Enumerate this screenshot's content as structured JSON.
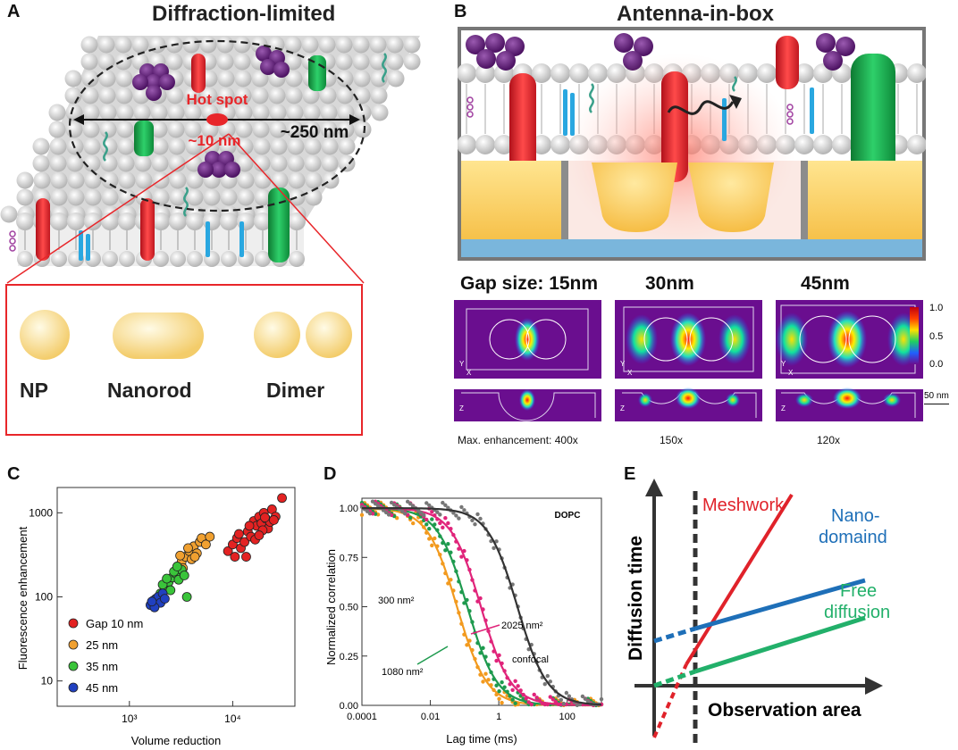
{
  "colors": {
    "red": "#e8262a",
    "green": "#1fa04a",
    "purple": "#5a1e6e",
    "blue": "#1e6fb8",
    "gold": "#f6c54a",
    "heat_bg": "#6a0e8f"
  },
  "panel_a": {
    "label": "A",
    "title": "Diffraction-limited",
    "hotspot_label": "Hot spot",
    "small_size": "~10 nm",
    "large_size": "~250 nm",
    "shapes": [
      "NP",
      "Nanorod",
      "Dimer"
    ]
  },
  "panel_b": {
    "label": "B",
    "title": "Antenna-in-box",
    "gap_labels": [
      "Gap size: 15nm",
      "30nm",
      "45nm"
    ],
    "enhancements": [
      "Max. enhancement: 400x",
      "150x",
      "120x"
    ],
    "colorbar_ticks": [
      "1.0",
      "0.5",
      "0.0"
    ],
    "scalebar": "50 nm",
    "axis_letters": {
      "y": "Y",
      "x": "X",
      "z": "Z"
    }
  },
  "panel_c": {
    "label": "C",
    "chart_data": {
      "type": "scatter",
      "xlabel": "Volume reduction",
      "ylabel": "Fluorescence enhancement",
      "x_scale": "log",
      "y_scale": "log",
      "xlim": [
        200,
        40000
      ],
      "ylim": [
        5,
        2000
      ],
      "x_ticks": [
        "10³",
        "10⁴"
      ],
      "y_ticks": [
        "1000",
        "100",
        "10"
      ],
      "legend_position": "bottom-left",
      "series": [
        {
          "name": "Gap 10 nm",
          "color": "#e32222",
          "points": [
            [
              9000,
              350
            ],
            [
              10000,
              420
            ],
            [
              11000,
              500
            ],
            [
              12000,
              380
            ],
            [
              13000,
              450
            ],
            [
              14000,
              600
            ],
            [
              15000,
              520
            ],
            [
              16000,
              800
            ],
            [
              17000,
              700
            ],
            [
              18000,
              900
            ],
            [
              19000,
              750
            ],
            [
              20000,
              1000
            ],
            [
              21000,
              850
            ],
            [
              22000,
              650
            ],
            [
              24000,
              1100
            ],
            [
              26000,
              900
            ],
            [
              13500,
              300
            ],
            [
              16500,
              480
            ],
            [
              19500,
              620
            ],
            [
              23000,
              780
            ],
            [
              30000,
              1500
            ],
            [
              11500,
              560
            ],
            [
              14500,
              700
            ],
            [
              18000,
              540
            ],
            [
              20500,
              880
            ],
            [
              25000,
              820
            ],
            [
              10500,
              300
            ]
          ]
        },
        {
          "name": "25 nm",
          "color": "#f0a030",
          "points": [
            [
              3000,
              200
            ],
            [
              3200,
              260
            ],
            [
              3500,
              300
            ],
            [
              3800,
              350
            ],
            [
              4000,
              280
            ],
            [
              4200,
              400
            ],
            [
              4500,
              330
            ],
            [
              4800,
              450
            ],
            [
              5000,
              500
            ],
            [
              5500,
              420
            ],
            [
              3300,
              220
            ],
            [
              3700,
              380
            ],
            [
              4300,
              300
            ],
            [
              6000,
              520
            ],
            [
              3100,
              310
            ]
          ]
        },
        {
          "name": "35 nm",
          "color": "#3ac43a",
          "points": [
            [
              2000,
              110
            ],
            [
              2200,
              130
            ],
            [
              2400,
              150
            ],
            [
              2600,
              170
            ],
            [
              2800,
              190
            ],
            [
              3000,
              160
            ],
            [
              3200,
              210
            ],
            [
              3400,
              180
            ],
            [
              2100,
              140
            ],
            [
              2500,
              120
            ],
            [
              2700,
              200
            ],
            [
              3600,
              100
            ],
            [
              2300,
              165
            ],
            [
              2900,
              230
            ]
          ]
        },
        {
          "name": "45 nm",
          "color": "#2040c0",
          "points": [
            [
              1600,
              80
            ],
            [
              1700,
              90
            ],
            [
              1800,
              95
            ],
            [
              1900,
              100
            ],
            [
              2000,
              85
            ],
            [
              2100,
              110
            ],
            [
              2200,
              95
            ],
            [
              1750,
              75
            ],
            [
              1650,
              88
            ]
          ]
        }
      ]
    }
  },
  "panel_d": {
    "label": "D",
    "chart_data": {
      "type": "line",
      "xlabel": "Lag time (ms)",
      "ylabel": "Normalized correlation",
      "x_scale": "log",
      "xlim": [
        0.0001,
        1000
      ],
      "ylim": [
        0,
        1.05
      ],
      "x_ticks": [
        "0.0001",
        "0.01",
        "1",
        "100"
      ],
      "y_ticks": [
        "1.00",
        "0.75",
        "0.50",
        "0.25",
        "0.00"
      ],
      "annotation": "DOPC",
      "series": [
        {
          "label_lines": [
            "300 nm²"
          ],
          "color": "#f29a1e",
          "tau_ms": 0.06
        },
        {
          "label_lines": [
            "1080 nm²"
          ],
          "color": "#1e9a4e",
          "tau_ms": 0.12
        },
        {
          "label_lines": [
            "2025 nm²"
          ],
          "color": "#e0247a",
          "tau_ms": 0.3
        },
        {
          "label_lines": [
            "confocal"
          ],
          "color": "#777777",
          "tau_ms": 3.5
        }
      ]
    }
  },
  "panel_e": {
    "label": "E",
    "ylabel": "Diffusion time",
    "xlabel": "Observation area",
    "lines": [
      {
        "label": "Meshwork",
        "color": "#e0222a"
      },
      {
        "label_lines": [
          "Nano-",
          "domaind"
        ],
        "color": "#1e6fb8"
      },
      {
        "label_lines": [
          "Free",
          "diffusion"
        ],
        "color": "#22b06a"
      }
    ]
  }
}
